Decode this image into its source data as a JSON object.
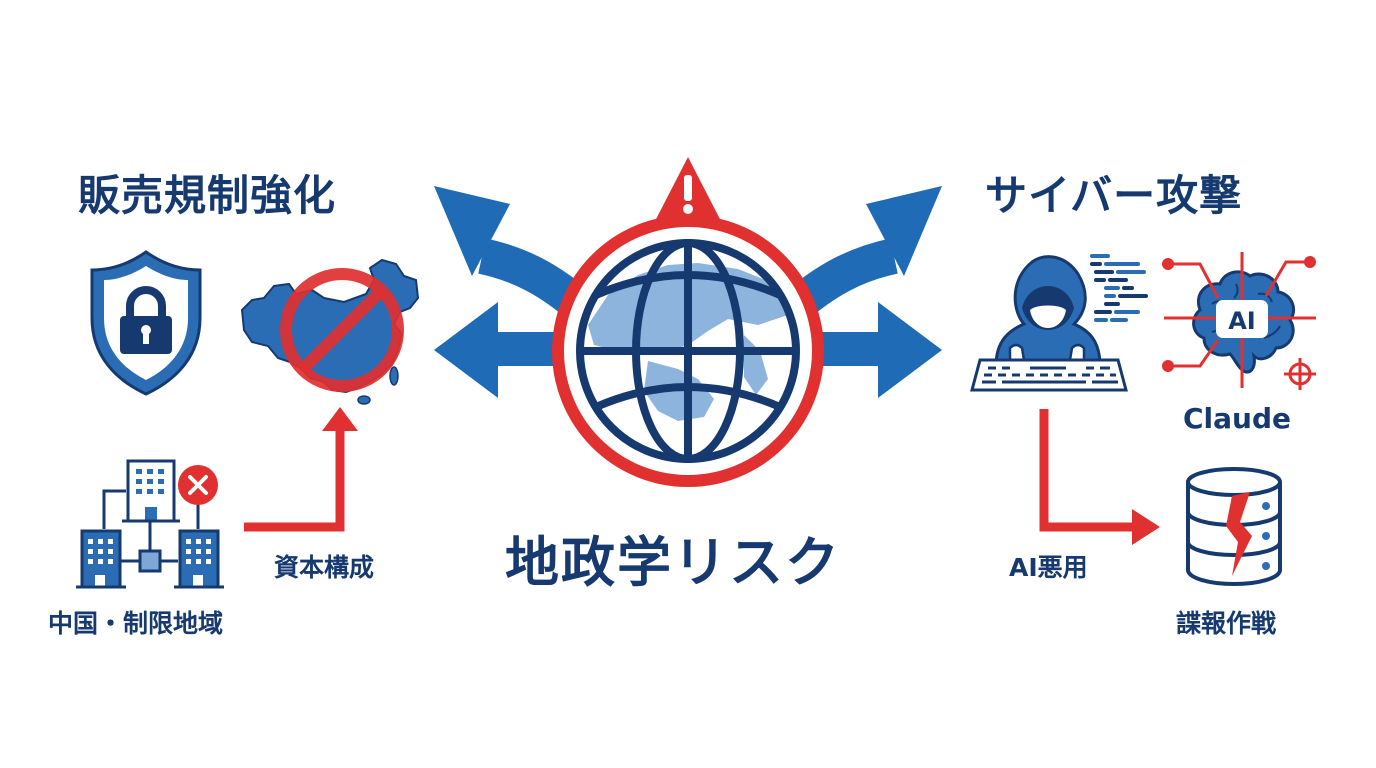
{
  "colors": {
    "navy": "#163a70",
    "blue": "#1f6bb5",
    "light_blue": "#8db4dc",
    "red": "#e03030",
    "background": "#ffffff"
  },
  "center": {
    "title": "地政学リスク",
    "icon": "globe-warning-icon",
    "alert_glyph": "!"
  },
  "left": {
    "title": "販売規制強化",
    "icons": [
      "shield-lock-icon",
      "china-map-prohibited-icon",
      "buildings-network-blocked-icon"
    ],
    "network_label": "中国・制限地域",
    "arrow_label": "資本構成"
  },
  "right": {
    "title": "サイバー攻撃",
    "icons": [
      "hacker-keyboard-icon",
      "ai-brain-circuit-icon",
      "database-breach-icon"
    ],
    "ai_badge": "AI",
    "ai_label": "Claude",
    "arrow_label": "AI悪用",
    "database_label": "諜報作戦"
  }
}
